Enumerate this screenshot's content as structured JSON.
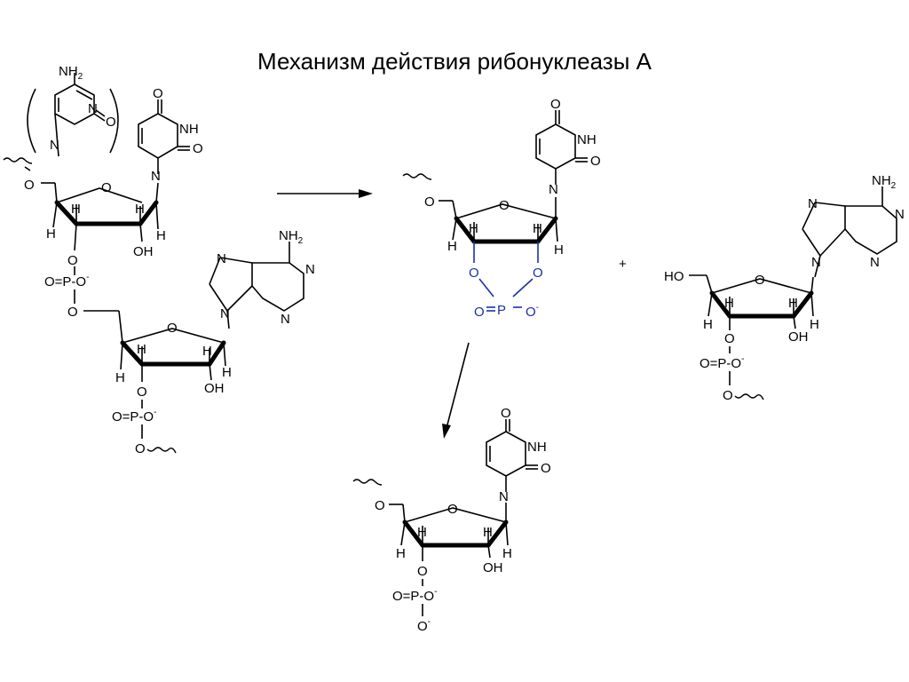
{
  "title": "Механизм действия рибонуклеазы А",
  "plus_sign": "+",
  "labels": {
    "amine": "NH",
    "amine_sub": "2",
    "n": "N",
    "nh": "NH",
    "o": "O",
    "h": "H",
    "oh": "OH",
    "ho": "HO",
    "p": "P",
    "phosphate_left": "O=P-O",
    "phosphate_charge": "-",
    "o_minus": "O",
    "methyl_bond": "N"
  },
  "colors": {
    "text": "#000000",
    "cyclic_phosphate": "#1a2faa",
    "background": "#ffffff"
  }
}
